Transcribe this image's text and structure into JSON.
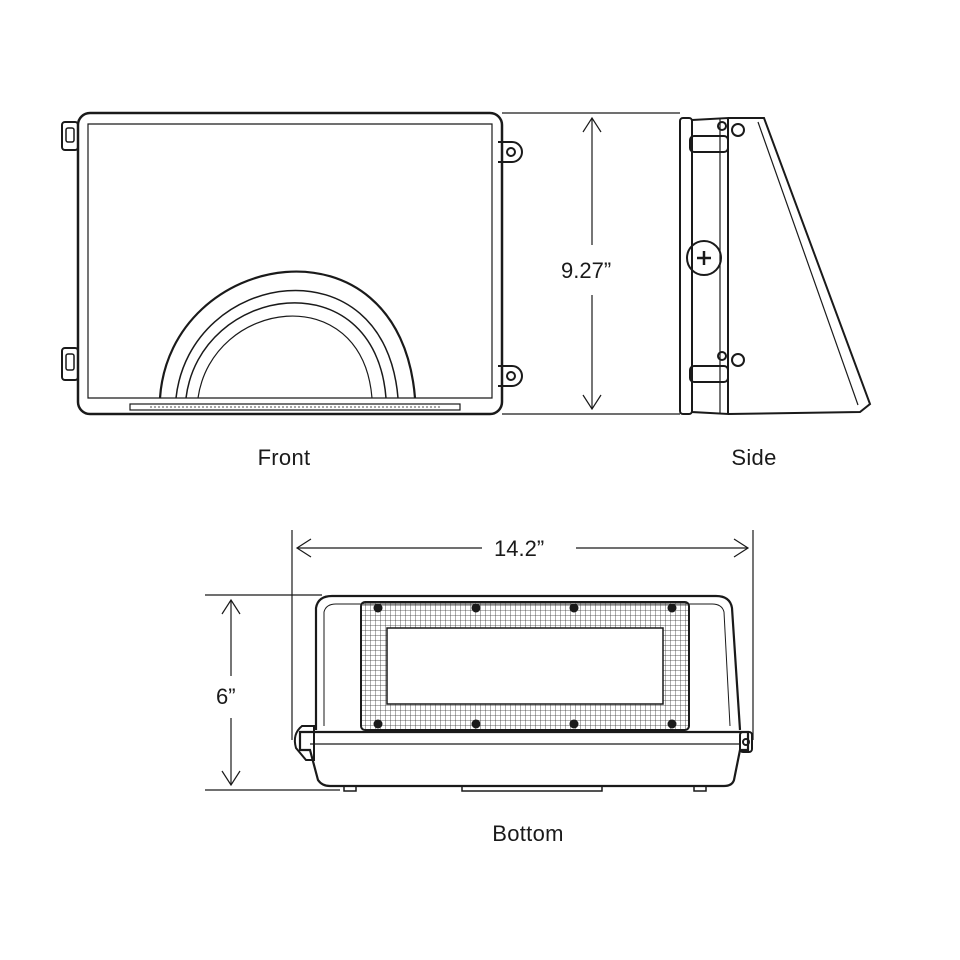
{
  "views": {
    "front": "Front",
    "side": "Side",
    "bottom": "Bottom"
  },
  "dimensions": {
    "height": "9.27”",
    "width": "14.2”",
    "depth": "6”"
  },
  "colors": {
    "line": "#1a1a1a",
    "background": "#ffffff"
  }
}
